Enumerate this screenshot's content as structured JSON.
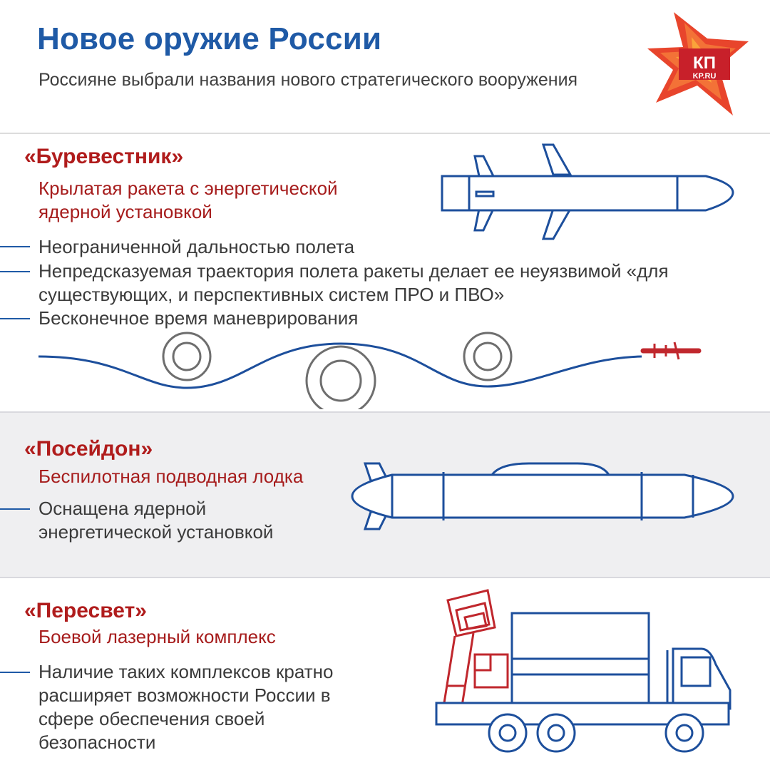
{
  "header": {
    "title": "Новое оружие России",
    "subtitle": "Россияне выбрали названия нового стратегического вооружения",
    "logo_text": "КП KP.RU"
  },
  "sections": [
    {
      "name": "«Буревестник»",
      "description": "Крылатая ракета с энергетической ядерной установкой",
      "bullets": [
        "Неограниченной дальностью полета",
        "Непредсказуемая траектория полета ракеты делает ее неуязвимой «для существующих, и перспективных систем ПРО и ПВО»",
        "Бесконечное время маневрирования"
      ],
      "icon": "cruise-missile-icon"
    },
    {
      "name": "«Посейдон»",
      "description": "Беспилотная подводная лодка",
      "bullets": [
        "Оснащена ядерной энергетической установкой"
      ],
      "icon": "underwater-drone-icon"
    },
    {
      "name": "«Пересвет»",
      "description": "Боевой лазерный комплекс",
      "bullets": [
        "Наличие таких комплексов кратно расширяет возможности России в сфере обеспечения своей безопасности"
      ],
      "icon": "laser-truck-icon"
    }
  ],
  "colors": {
    "title_blue": "#1f5aa6",
    "accent_red": "#b01c1c",
    "text_gray": "#3b3b3b",
    "band_gray": "#efeff1"
  }
}
